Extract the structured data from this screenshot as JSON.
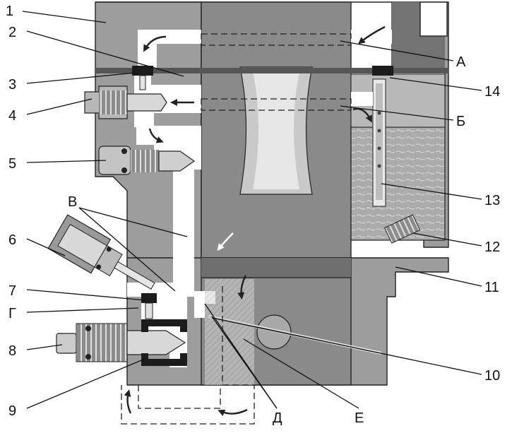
{
  "callouts": {
    "left": [
      "1",
      "2",
      "3",
      "4",
      "5",
      "6",
      "7",
      "Г",
      "8",
      "9"
    ],
    "right": [
      "А",
      "14",
      "Б",
      "13",
      "12",
      "11",
      "10"
    ],
    "top": "В",
    "bottom": [
      "Д",
      "Е"
    ]
  },
  "colors": {
    "body": "#9d9d9d",
    "dark": "#737373",
    "light": "#c4c4c4",
    "channel": "#ffffff",
    "line": "#111111"
  }
}
